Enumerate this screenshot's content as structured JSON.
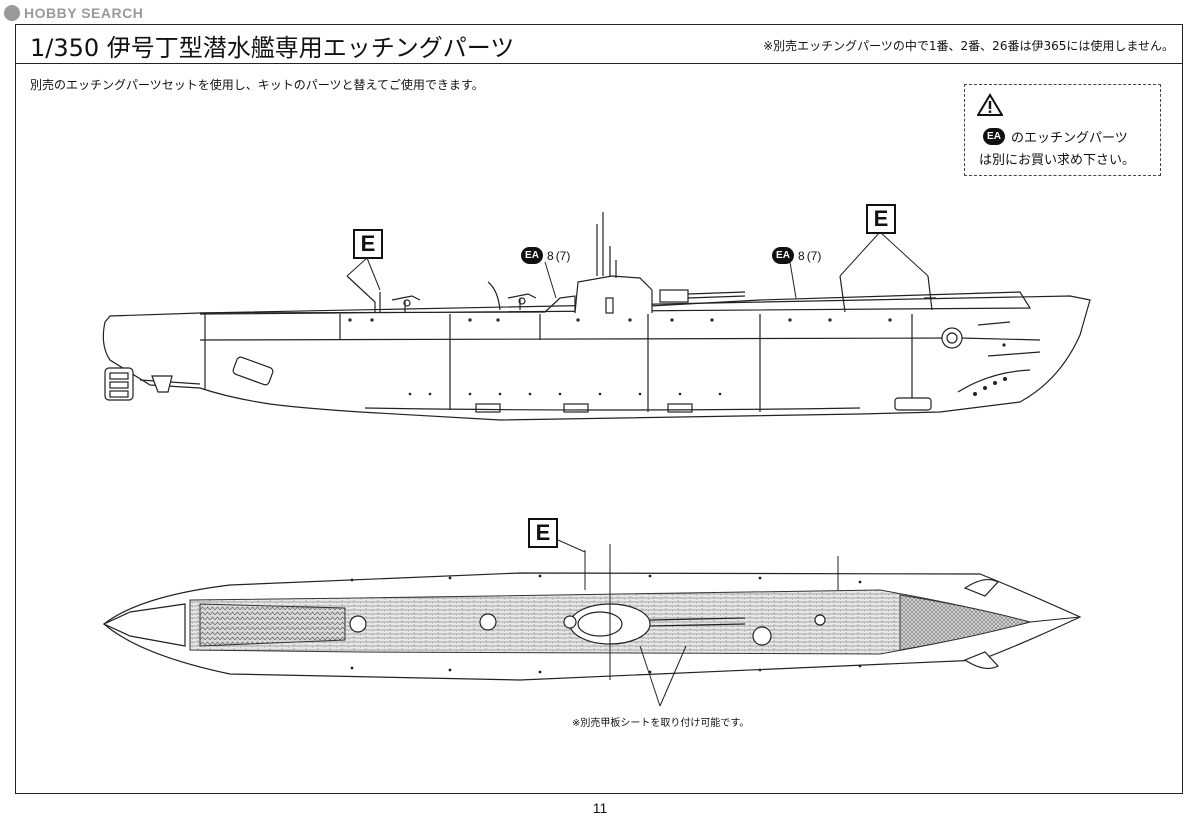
{
  "watermark": {
    "text": "HOBBY SEARCH"
  },
  "header": {
    "title": "1/350 伊号丁型潜水艦専用エッチングパーツ",
    "note": "※別売エッチングパーツの中で1番、2番、26番は伊365には使用しません。"
  },
  "instruction": "別売のエッチングパーツセットを使用し、キットのパーツと替えてご使用できます。",
  "warning": {
    "icon": "warning-triangle-icon",
    "badge": "EA",
    "line1": "のエッチングパーツ",
    "line2": "は別にお買い求め下さい。"
  },
  "labels": {
    "etching_part": "E",
    "ea_badge": "EA",
    "callout_left_part": "8",
    "callout_left_alt": "(7)",
    "callout_right_part": "8",
    "callout_right_alt": "(7)"
  },
  "deck_note": "※別売甲板シートを取り付け可能です。",
  "page_number": "11"
}
